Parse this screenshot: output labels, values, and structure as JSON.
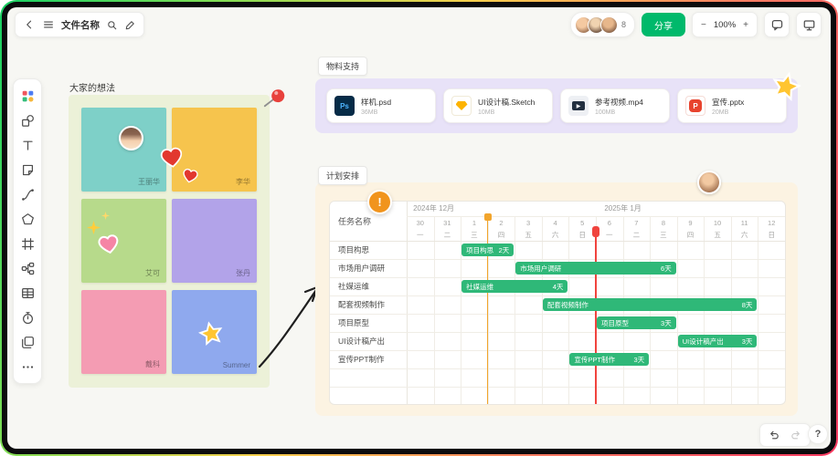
{
  "colors": {
    "accent_green": "#00b96b",
    "gantt_bar": "#2fb878",
    "today": "#f0443e",
    "milestone": "#f2a52c",
    "board_bg": "#ecf1d8",
    "materials_panel": "#e8e2f8",
    "plan_panel": "#fcf3e2"
  },
  "topbar": {
    "file_name": "文件名称",
    "collaborator_count": "8",
    "share_label": "分享",
    "zoom_out": "−",
    "zoom_level": "100%",
    "zoom_in": "+"
  },
  "sidebar": {
    "tools": [
      "apps",
      "shapes",
      "text",
      "sticky-note",
      "connector",
      "shape",
      "frame",
      "mindmap",
      "table",
      "timer",
      "layers",
      "more"
    ]
  },
  "board": {
    "title": "大家的想法",
    "notes": [
      {
        "name": "王丽华",
        "color": "#7ed0c8"
      },
      {
        "name": "李华",
        "color": "#f6c44d"
      },
      {
        "name": "艾可",
        "color": "#b7da8b"
      },
      {
        "name": "张丹",
        "color": "#b2a3e9"
      },
      {
        "name": "戴科",
        "color": "#f49cb3"
      },
      {
        "name": "Summer",
        "color": "#8fa9ee"
      }
    ]
  },
  "materials": {
    "title": "物料支持",
    "files": [
      {
        "title": "样机.psd",
        "size": "36MB",
        "type": "psd"
      },
      {
        "title": "UI设计稿.Sketch",
        "size": "10MB",
        "type": "sketch"
      },
      {
        "title": "参考视频.mp4",
        "size": "100MB",
        "type": "mp4"
      },
      {
        "title": "宣传.pptx",
        "size": "20MB",
        "type": "pptx"
      }
    ]
  },
  "plan": {
    "title": "计划安排",
    "gantt": {
      "task_header": "任务名称",
      "months": [
        {
          "label": "2024年 12月",
          "span": 2
        },
        {
          "label": "2025年 1月",
          "span": 12
        }
      ],
      "days": [
        "30",
        "31",
        "1",
        "2",
        "3",
        "4",
        "5",
        "6",
        "7",
        "8",
        "9",
        "10",
        "11",
        "12"
      ],
      "weekdays": [
        "一",
        "二",
        "三",
        "四",
        "五",
        "六",
        "日",
        "一",
        "二",
        "三",
        "四",
        "五",
        "六",
        "日"
      ],
      "milestone_col": 3,
      "today_col": 7,
      "tasks": [
        {
          "name": "项目构思",
          "start": 2,
          "span": 2,
          "duration": "2天"
        },
        {
          "name": "市场用户调研",
          "start": 4,
          "span": 6,
          "duration": "6天"
        },
        {
          "name": "社媒运维",
          "start": 2,
          "span": 4,
          "duration": "4天"
        },
        {
          "name": "配套视频制作",
          "start": 5,
          "span": 8,
          "duration": "8天"
        },
        {
          "name": "项目原型",
          "start": 7,
          "span": 3,
          "duration": "3天"
        },
        {
          "name": "UI设计稿产出",
          "start": 10,
          "span": 3,
          "duration": "3天"
        },
        {
          "name": "宣传PPT制作",
          "start": 6,
          "span": 3,
          "duration": "3天"
        }
      ]
    }
  },
  "footer": {
    "help_label": "?"
  }
}
